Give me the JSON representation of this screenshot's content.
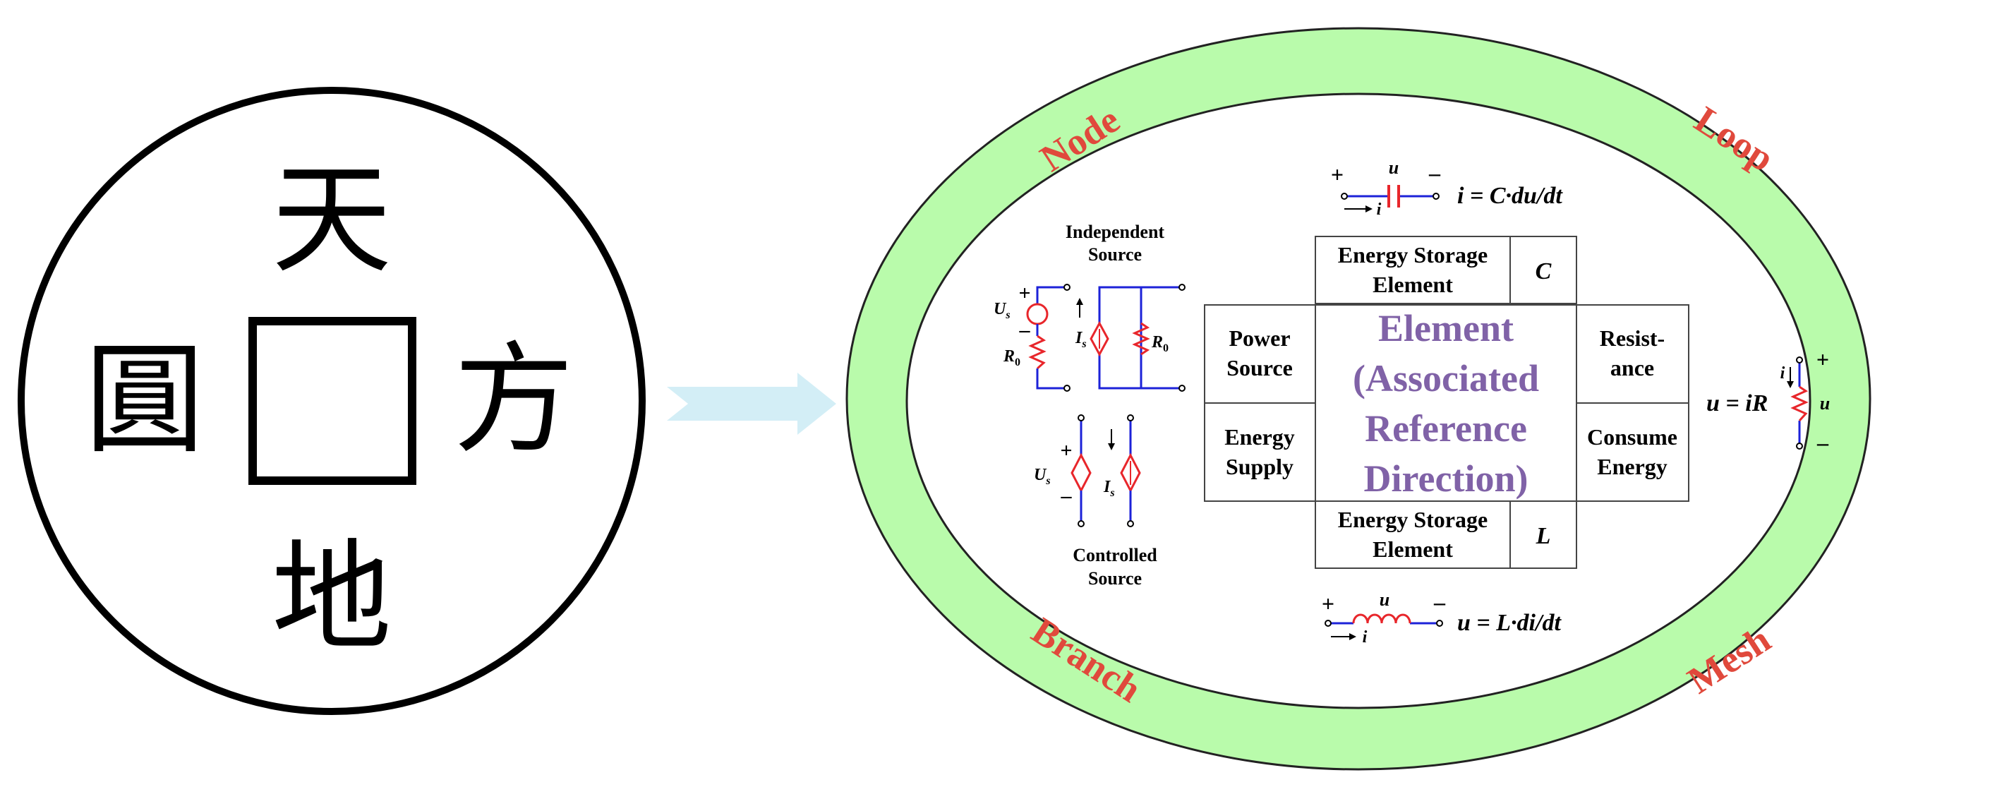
{
  "coin": {
    "top_char": "天",
    "right_char": "方",
    "bottom_char": "地",
    "left_char": "圓"
  },
  "ring_labels": {
    "top_left": "Node",
    "top_right": "Loop",
    "bottom_left": "Branch",
    "bottom_right": "Mesh"
  },
  "capacitor": {
    "plus": "+",
    "minus": "–",
    "u": "u",
    "i": "i",
    "formula": "i = C·du/dt"
  },
  "inductor": {
    "plus": "+",
    "minus": "–",
    "u": "u",
    "i": "i",
    "formula": "u = L·di/dt"
  },
  "resistor": {
    "formula": "u = iR",
    "i": "i",
    "u": "u",
    "plus": "+",
    "minus": "–"
  },
  "independent_source": {
    "title_line1": "Independent",
    "title_line2": "Source",
    "us_label": "U",
    "us_sub": "s",
    "is_label": "I",
    "is_sub": "s",
    "r0_label": "R",
    "r0_sub": "0",
    "plus": "+",
    "minus": "–"
  },
  "controlled_source": {
    "title_line1": "Controlled",
    "title_line2": "Source",
    "us_label": "U",
    "us_sub": "s",
    "is_label": "I",
    "is_sub": "s",
    "plus": "+",
    "minus": "–"
  },
  "table": {
    "top_left": [
      "Energy Storage",
      "Element"
    ],
    "top_right": "C",
    "bottom_left": [
      "Energy Storage",
      "Element"
    ],
    "bottom_right": "L",
    "left_top": [
      "Power",
      "Source"
    ],
    "left_bottom": [
      "Energy",
      "Supply"
    ],
    "right_top": [
      "Resist-",
      "ance"
    ],
    "right_bottom": [
      "Consume",
      "Energy"
    ],
    "center": [
      "Element",
      "(Associated",
      "Reference",
      "Direction)"
    ]
  },
  "colors": {
    "ring_fill": "#b9fbab",
    "ring_label": "#e0493c",
    "center_text": "#8062a7",
    "arrow": "#d3eef6",
    "wire": "#1c22d8",
    "component": "#e8262b"
  }
}
